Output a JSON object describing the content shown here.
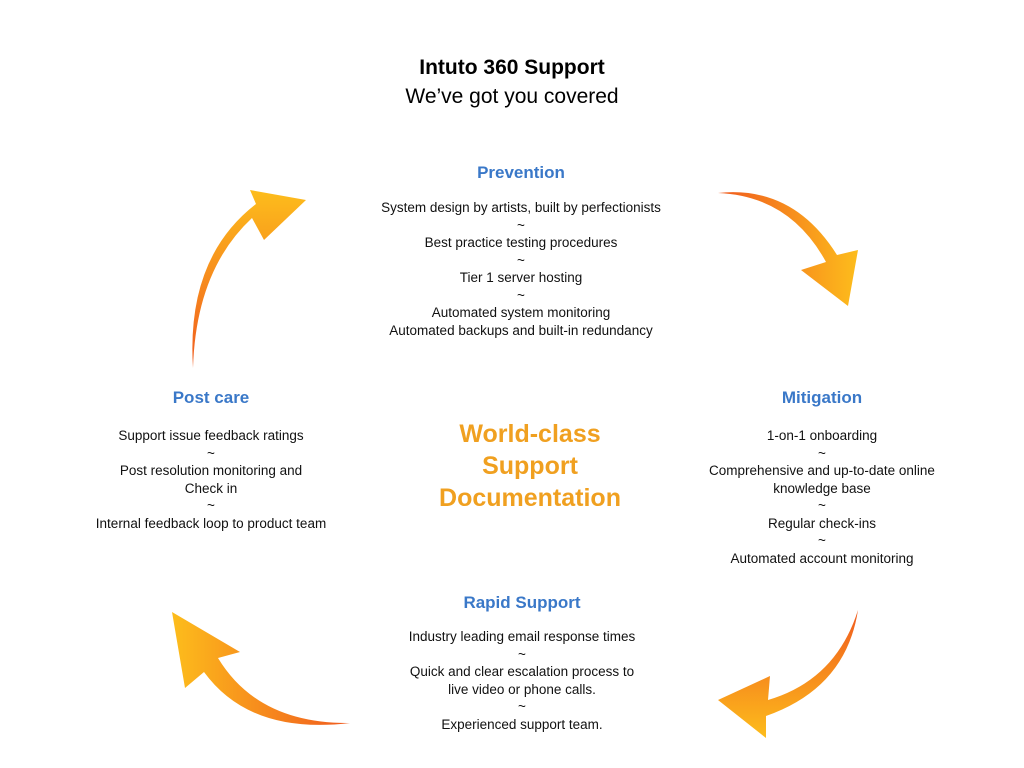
{
  "header": {
    "title": "Intuto 360 Support",
    "subtitle": "We’ve got you covered"
  },
  "center": {
    "lines": [
      "World-class",
      "Support",
      "Documentation"
    ]
  },
  "sections": {
    "prevention": {
      "heading": "Prevention",
      "items": [
        "System design by artists, built by perfectionists",
        "~",
        "Best practice testing procedures",
        "~",
        "Tier 1 server hosting",
        "~",
        "Automated system monitoring",
        "Automated backups and built-in redundancy"
      ]
    },
    "mitigation": {
      "heading": "Mitigation",
      "items": [
        "1-on-1 onboarding",
        "~",
        "Comprehensive and up-to-date online",
        "knowledge base",
        "~",
        "Regular check-ins",
        "~",
        "Automated account monitoring"
      ]
    },
    "rapid_support": {
      "heading": "Rapid Support",
      "items": [
        "Industry leading email response times",
        "~",
        "Quick and clear escalation process to",
        "live video or phone calls.",
        "~",
        "Experienced support team."
      ]
    },
    "post_care": {
      "heading": "Post care",
      "items": [
        "Support issue feedback ratings",
        "~",
        "Post resolution monitoring and",
        "Check in",
        "~",
        "Internal feedback loop to product team"
      ]
    }
  },
  "colors": {
    "heading": "#3a78c8",
    "center_text": "#f0a020",
    "arrow_light": "#fdbd1c",
    "arrow_dark": "#f05a1e"
  },
  "icons": {
    "cycle_arrows": "curved-arrow-icon"
  }
}
